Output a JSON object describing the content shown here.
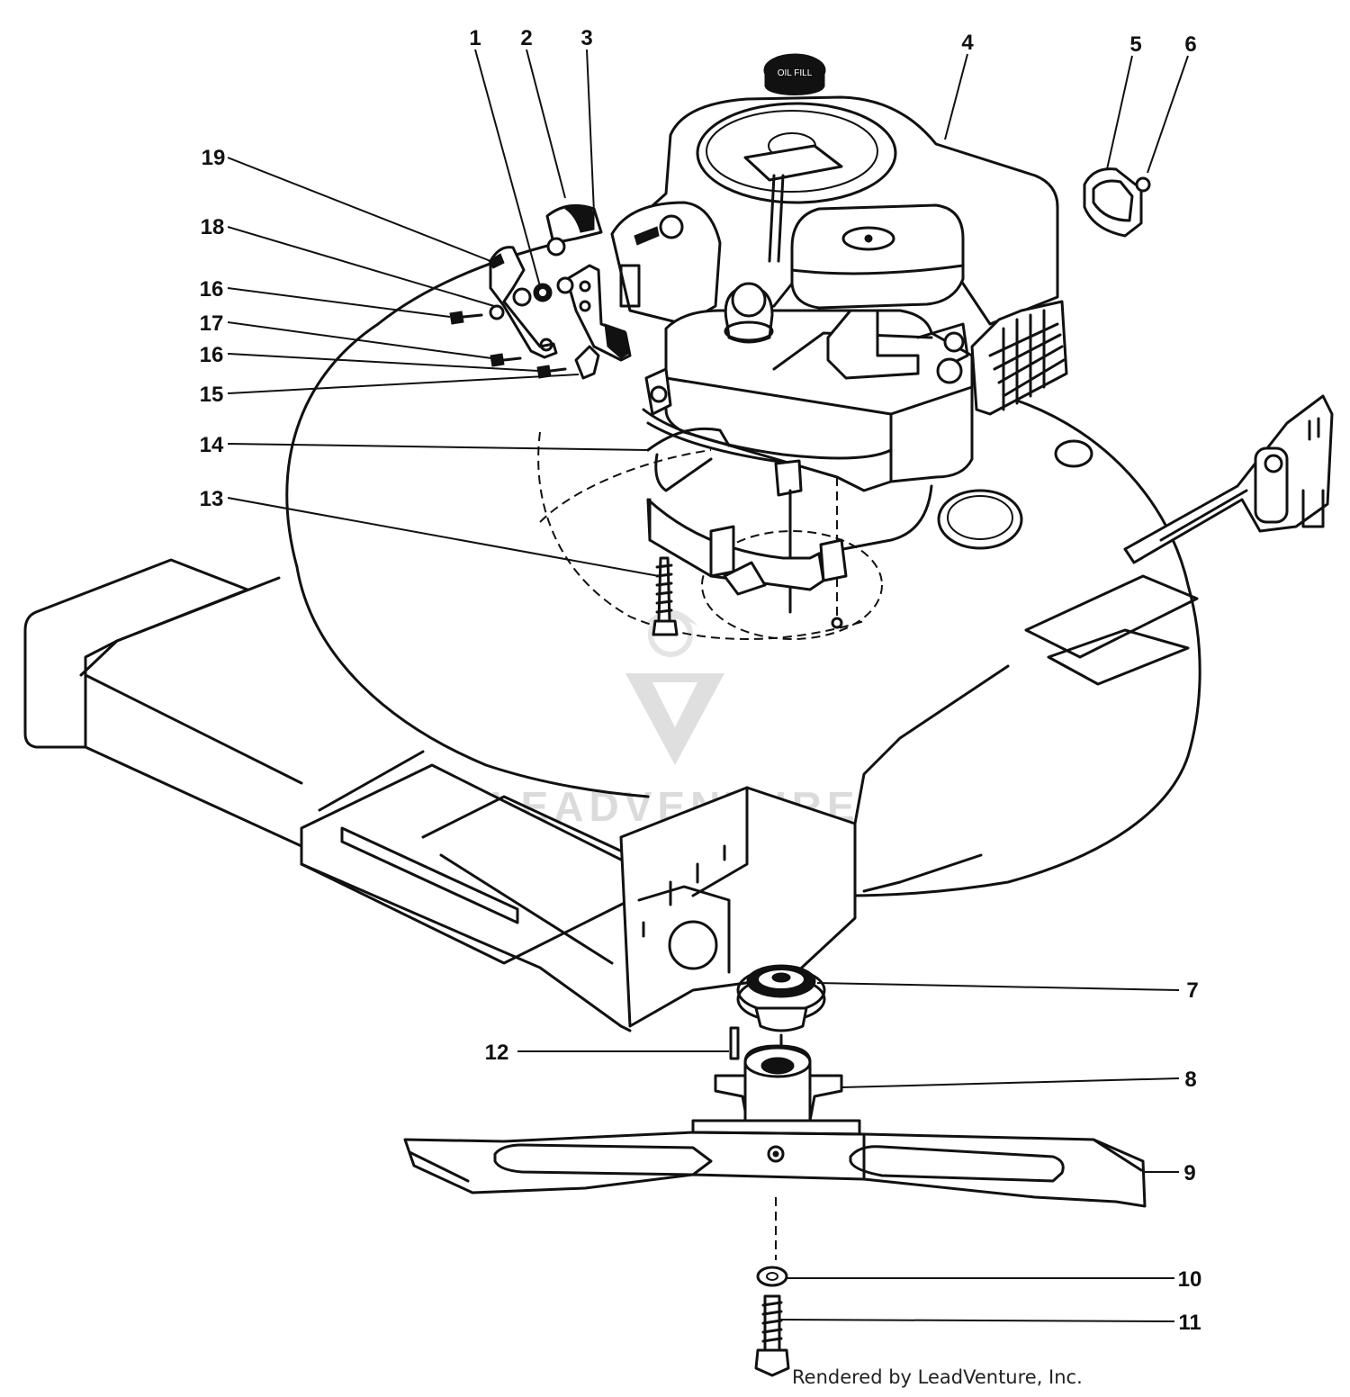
{
  "diagram": {
    "callouts": [
      "1",
      "2",
      "3",
      "4",
      "5",
      "6",
      "7",
      "8",
      "9",
      "10",
      "11",
      "12",
      "13",
      "14",
      "15",
      "16",
      "17",
      "16",
      "18",
      "19"
    ],
    "engine_cap_text": "OIL FILL",
    "watermark": "LEADVENTURE",
    "credit": "Rendered by LeadVenture, Inc."
  }
}
